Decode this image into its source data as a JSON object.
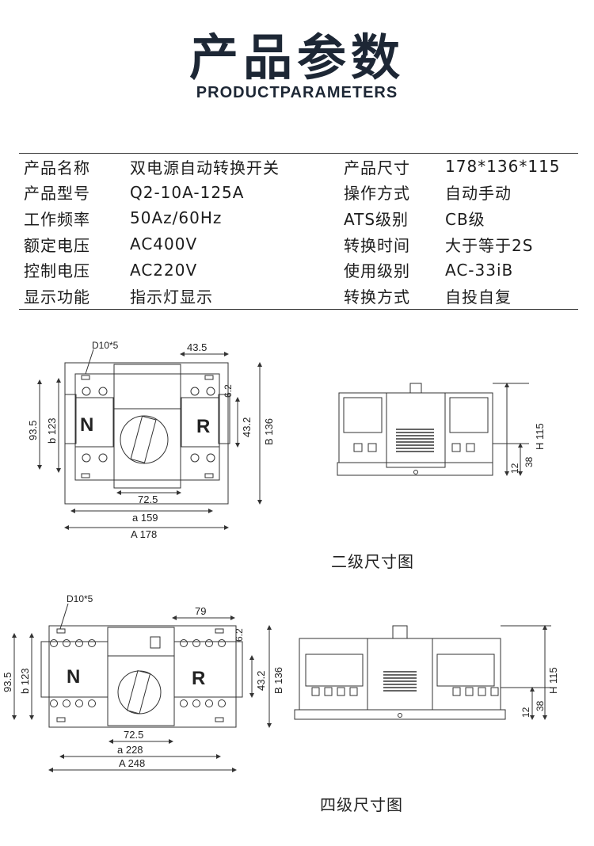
{
  "header": {
    "title_cn": "产品参数",
    "title_en": "PRODUCTPARAMETERS"
  },
  "params": [
    {
      "k1": "产品名称",
      "v1": "双电源自动转换开关",
      "k2": "产品尺寸",
      "v2": "178*136*115"
    },
    {
      "k1": "产品型号",
      "v1": "Q2-10A-125A",
      "k2": "操作方式",
      "v2": "自动手动"
    },
    {
      "k1": "工作频率",
      "v1": "50Az/60Hz",
      "k2": "ATS级别",
      "v2": "CB级"
    },
    {
      "k1": "额定电压",
      "v1": "AC400V",
      "k2": "转换时间",
      "v2": "大于等于2S"
    },
    {
      "k1": "控制电压",
      "v1": "AC220V",
      "k2": "使用级别",
      "v2": "AC-33iB"
    },
    {
      "k1": "显示功能",
      "v1": "指示灯显示",
      "k2": "转换方式",
      "v2": "自投自复"
    }
  ],
  "drawing_2p": {
    "caption": "二级尺寸图",
    "hole": "D10*5",
    "dim_top": "43.5",
    "dim_62": "6.2",
    "dim_432": "43.2",
    "dim_935": "93.5",
    "dim_b": "b 123",
    "dim_B": "B 136",
    "dim_725": "72.5",
    "dim_a": "a  159",
    "dim_A": "A  178",
    "label_n": "N",
    "label_r": "R",
    "dim_H": "H 115",
    "dim_38": "38",
    "dim_12": "12"
  },
  "drawing_4p": {
    "caption": "四级尺寸图",
    "hole": "D10*5",
    "dim_top": "79",
    "dim_62": "6.2",
    "dim_432": "43.2",
    "dim_935": "93.5",
    "dim_b": "b 123",
    "dim_B": "B 136",
    "dim_725": "72.5",
    "dim_a": "a  228",
    "dim_A": "A 248",
    "label_n": "N",
    "label_r": "R",
    "dim_H": "H 115",
    "dim_38": "38",
    "dim_12": "12"
  }
}
